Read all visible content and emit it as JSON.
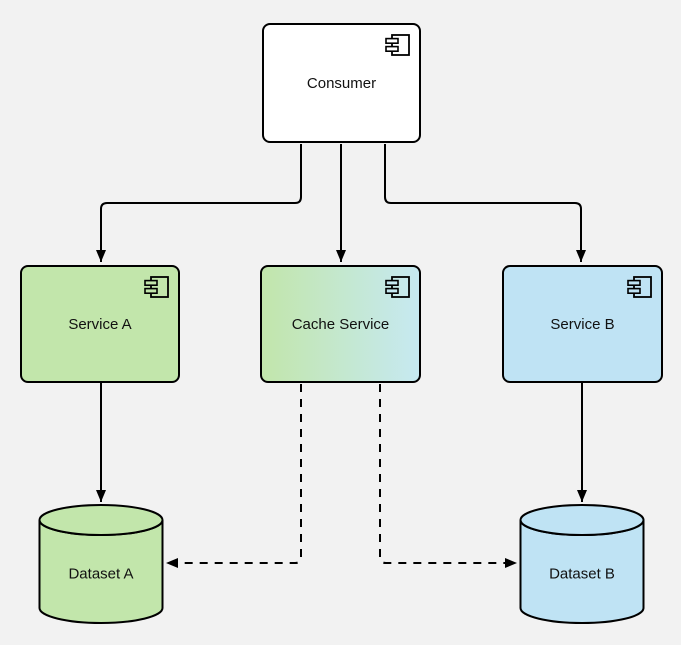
{
  "diagram_type": "uml-component-diagram",
  "nodes": {
    "consumer": {
      "label": "Consumer",
      "shape": "component-box",
      "fill": "white"
    },
    "service_a": {
      "label": "Service A",
      "shape": "component-box",
      "fill": "green"
    },
    "cache_service": {
      "label": "Cache Service",
      "shape": "component-box",
      "fill": "green-to-blue-gradient"
    },
    "service_b": {
      "label": "Service B",
      "shape": "component-box",
      "fill": "blue"
    },
    "dataset_a": {
      "label": "Dataset A",
      "shape": "cylinder",
      "fill": "green"
    },
    "dataset_b": {
      "label": "Dataset B",
      "shape": "cylinder",
      "fill": "blue"
    }
  },
  "edges": [
    {
      "from": "Consumer",
      "to": "Service A",
      "style": "solid",
      "arrow": "filled-triangle"
    },
    {
      "from": "Consumer",
      "to": "Cache Service",
      "style": "solid",
      "arrow": "filled-triangle"
    },
    {
      "from": "Consumer",
      "to": "Service B",
      "style": "solid",
      "arrow": "filled-triangle"
    },
    {
      "from": "Service A",
      "to": "Dataset A",
      "style": "solid",
      "arrow": "filled-triangle"
    },
    {
      "from": "Service B",
      "to": "Dataset B",
      "style": "solid",
      "arrow": "filled-triangle"
    },
    {
      "from": "Cache Service",
      "to": "Dataset A",
      "style": "dashed",
      "arrow": "filled-triangle"
    },
    {
      "from": "Cache Service",
      "to": "Dataset B",
      "style": "dashed",
      "arrow": "filled-triangle"
    }
  ],
  "icons": {
    "component": "uml-component-icon"
  },
  "colors": {
    "background": "#f2f2f2",
    "stroke": "#000000",
    "green": "#c2e6ab",
    "blue": "#bfe3f4",
    "cache_gradient_left": "#c2e6ab",
    "cache_gradient_right": "#c6e9f1",
    "white": "#ffffff",
    "text": "#111111"
  }
}
